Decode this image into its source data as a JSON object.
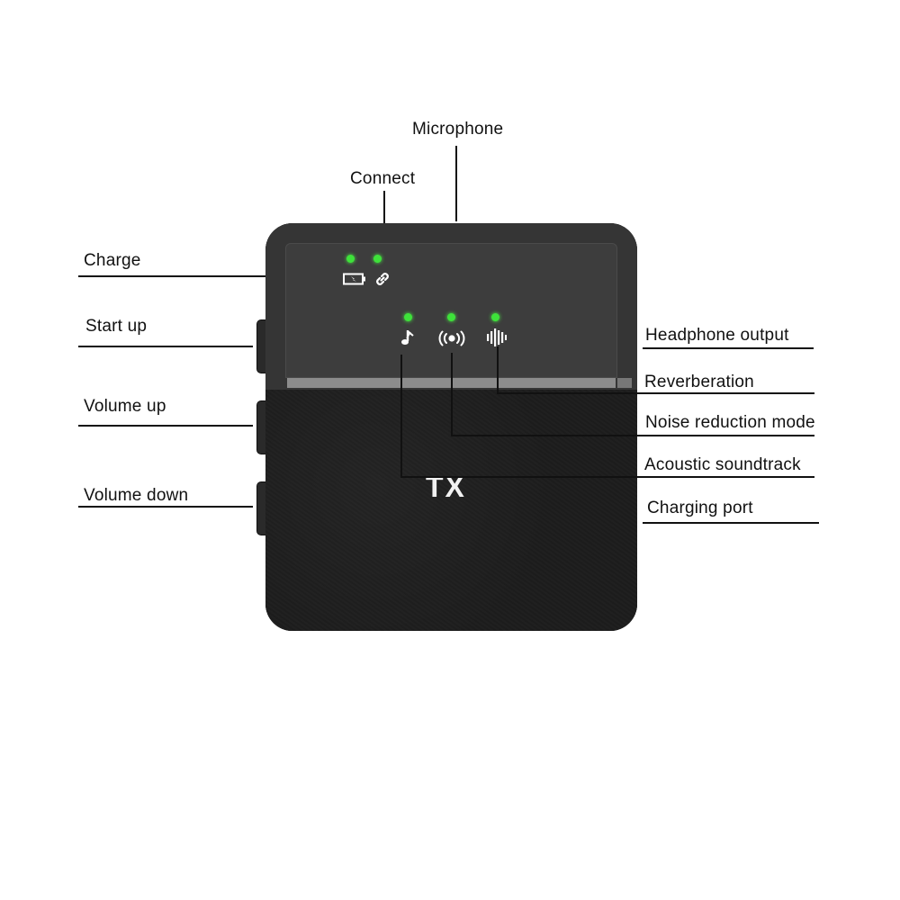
{
  "diagram": {
    "device_label": "TX",
    "callouts_top": [
      {
        "id": "microphone",
        "label": "Microphone"
      },
      {
        "id": "connect",
        "label": "Connect"
      }
    ],
    "callouts_left": [
      {
        "id": "charge",
        "label": "Charge"
      },
      {
        "id": "start-up",
        "label": "Start up"
      },
      {
        "id": "volume-up",
        "label": "Volume up"
      },
      {
        "id": "volume-down",
        "label": "Volume down"
      }
    ],
    "callouts_right": [
      {
        "id": "headphone-output",
        "label": "Headphone output"
      },
      {
        "id": "reverberation",
        "label": "Reverberation"
      },
      {
        "id": "noise-reduction-mode",
        "label": "Noise reduction mode"
      },
      {
        "id": "acoustic-soundtrack",
        "label": "Acoustic soundtrack"
      },
      {
        "id": "charging-port",
        "label": "Charging port"
      }
    ],
    "indicators": [
      {
        "icon": "battery-charging-icon",
        "led_color": "#3ee23a"
      },
      {
        "icon": "link-icon",
        "led_color": "#3ee23a"
      },
      {
        "icon": "music-note-icon",
        "led_color": "#3ee23a"
      },
      {
        "icon": "broadcast-icon",
        "led_color": "#3ee23a"
      },
      {
        "icon": "sound-wave-icon",
        "led_color": "#3ee23a"
      }
    ],
    "colors": {
      "device_top": "#353535",
      "device_body": "#1d1d1d",
      "stripe": "#8c8c8c",
      "led": "#3ee23a",
      "leader_line": "#111111"
    }
  }
}
